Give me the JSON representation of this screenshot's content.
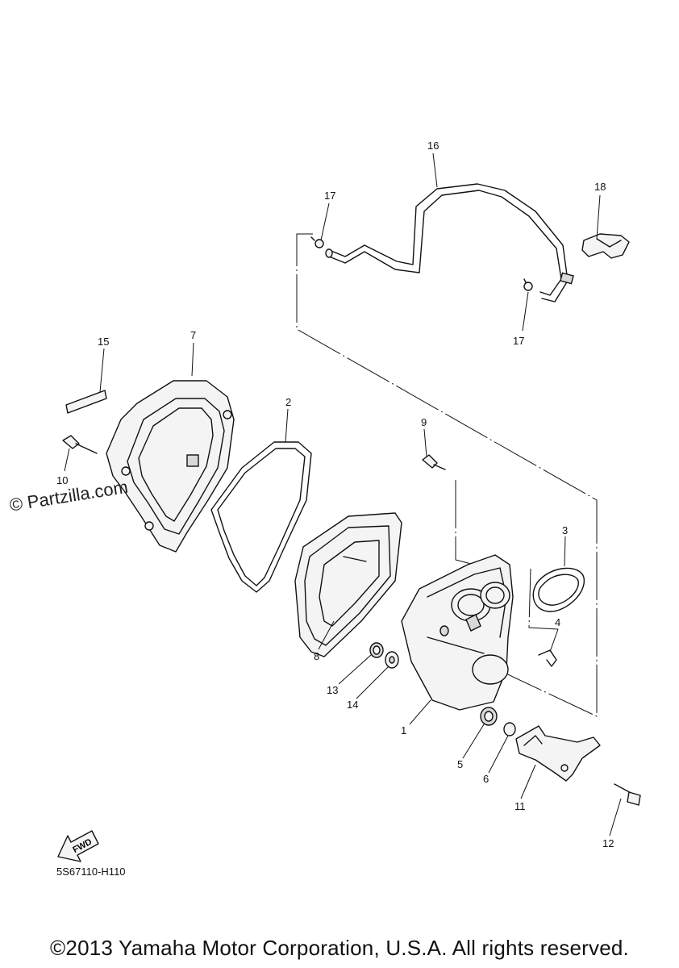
{
  "watermark": "© Partzilla.com",
  "reference_code": "5S67110-H110",
  "direction_label": "FWD",
  "copyright": "©2013 Yamaha Motor Corporation, U.S.A. All rights reserved.",
  "callouts": {
    "c1": "1",
    "c2": "2",
    "c3": "3",
    "c4": "4",
    "c5": "5",
    "c6": "6",
    "c7": "7",
    "c8": "8",
    "c9": "9",
    "c10": "10",
    "c11": "11",
    "c12": "12",
    "c13": "13",
    "c14": "14",
    "c15": "15",
    "c16": "16",
    "c17a": "17",
    "c17b": "17",
    "c18": "18"
  }
}
